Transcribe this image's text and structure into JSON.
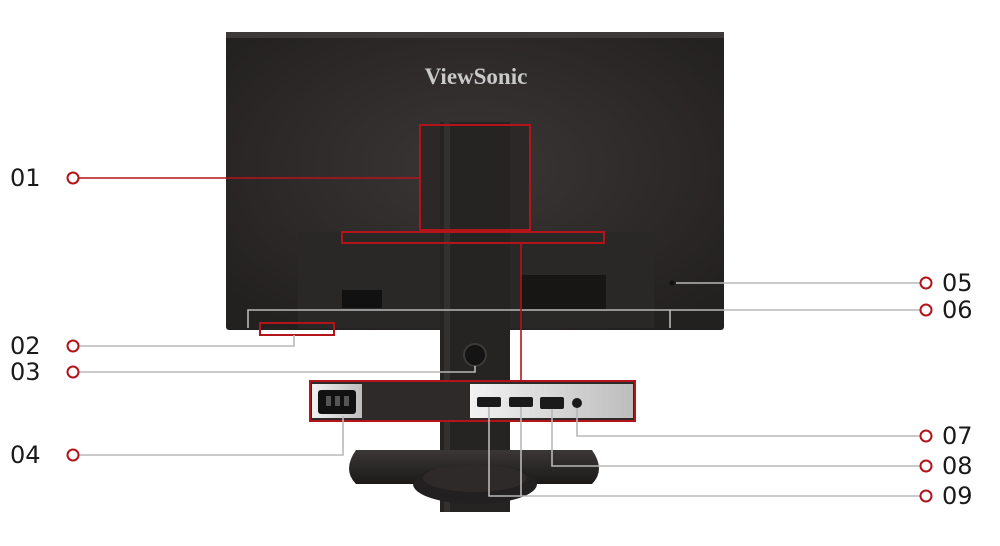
{
  "brand": "ViewSonic",
  "callouts": [
    {
      "label": "01",
      "color": "#b3141a"
    },
    {
      "label": "02",
      "color": "#b3141a"
    },
    {
      "label": "03",
      "color": "#b3141a"
    },
    {
      "label": "04",
      "color": "#b3141a"
    },
    {
      "label": "05",
      "color": "#b3141a"
    },
    {
      "label": "06",
      "color": "#b3141a"
    },
    {
      "label": "07",
      "color": "#b3141a"
    },
    {
      "label": "08",
      "color": "#b3141a"
    },
    {
      "label": "09",
      "color": "#b3141a"
    }
  ],
  "colors": {
    "accent": "#b3141a",
    "leader": "#b8b8b8",
    "monitor": "#2f2c2b",
    "stand": "#262423"
  }
}
